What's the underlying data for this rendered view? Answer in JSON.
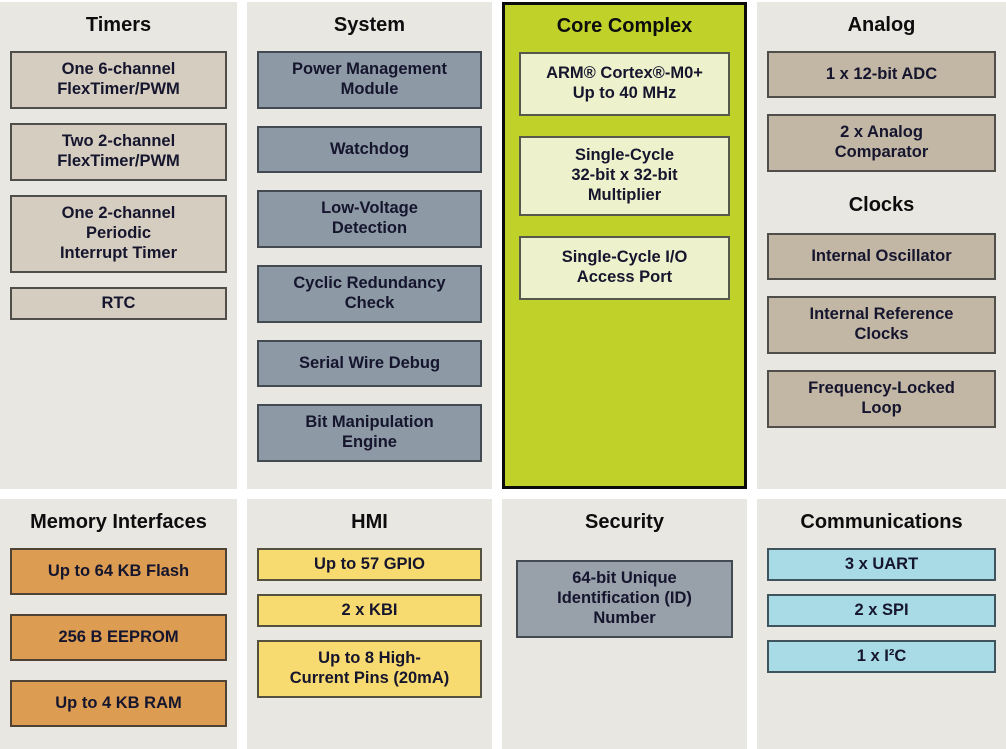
{
  "colors": {
    "panel-bg": "#e9e7e2",
    "timers-block": "#d6cdc1",
    "system-block": "#8d99a4",
    "core-panel": "#c0d12a",
    "core-block": "#eef2cc",
    "analog-block": "#c2b6a5",
    "memory-block": "#dc9c52",
    "hmi-block": "#f8db70",
    "security-block": "#98a1aa",
    "comms-block": "#a8dbe6",
    "text": "#15152d"
  },
  "panels": {
    "timers": {
      "title": "Timers",
      "blocks": [
        "One 6-channel\nFlexTimer/PWM",
        "Two 2-channel\nFlexTimer/PWM",
        "One 2-channel\nPeriodic\nInterrupt Timer",
        "RTC"
      ]
    },
    "system": {
      "title": "System",
      "blocks": [
        "Power Management\nModule",
        "Watchdog",
        "Low-Voltage\nDetection",
        "Cyclic Redundancy\nCheck",
        "Serial Wire Debug",
        "Bit Manipulation\nEngine"
      ]
    },
    "core": {
      "title": "Core Complex",
      "blocks": [
        "ARM® Cortex®-M0+\nUp to 40 MHz",
        "Single-Cycle\n32-bit x 32-bit\nMultiplier",
        "Single-Cycle I/O\nAccess Port"
      ]
    },
    "analog": {
      "title": "Analog",
      "blocks": [
        "1 x 12-bit ADC",
        "2 x Analog\nComparator"
      ],
      "clocks_title": "Clocks",
      "clocks_blocks": [
        "Internal Oscillator",
        "Internal Reference\nClocks",
        "Frequency-Locked\nLoop"
      ]
    },
    "memory": {
      "title": "Memory Interfaces",
      "blocks": [
        "Up to 64 KB Flash",
        "256 B EEPROM",
        "Up to 4 KB RAM"
      ]
    },
    "hmi": {
      "title": "HMI",
      "blocks": [
        "Up to 57 GPIO",
        "2 x  KBI",
        "Up to 8 High-\nCurrent Pins (20mA)"
      ]
    },
    "security": {
      "title": "Security",
      "blocks": [
        "64-bit Unique\nIdentification (ID)\nNumber"
      ]
    },
    "comms": {
      "title": "Communications",
      "blocks": [
        "3 x UART",
        "2 x  SPI",
        "1 x I²C"
      ]
    }
  }
}
